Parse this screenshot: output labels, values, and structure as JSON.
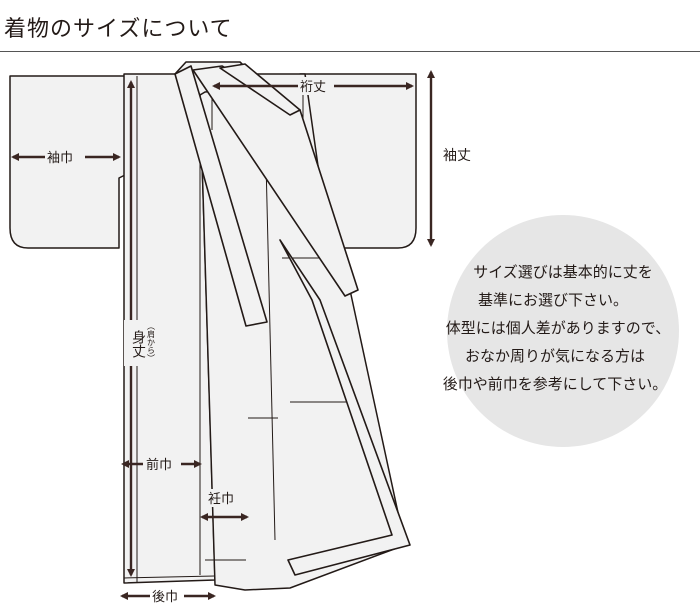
{
  "header": {
    "title": "着物のサイズについて"
  },
  "diagram": {
    "labels": {
      "yuki": "裄丈",
      "sode_haba": "袖巾",
      "sode_take": "袖丈",
      "mitake": "身丈",
      "mitake_note": "（肩から）",
      "mae_haba": "前巾",
      "okumi_haba": "衽巾",
      "ushiro_haba": "後巾"
    },
    "note": {
      "lines": [
        "サイズ選びは基本的に丈を",
        "基準にお選び下さい。",
        "体型には個人差がありますので、",
        "おなか周りが気になる方は",
        "後巾や前巾を参考にして下さい。"
      ]
    },
    "colors": {
      "outline": "#231a17",
      "fill": "#f2f2f2",
      "circle": "#e6e6e6",
      "arrow": "#3a2622"
    }
  }
}
